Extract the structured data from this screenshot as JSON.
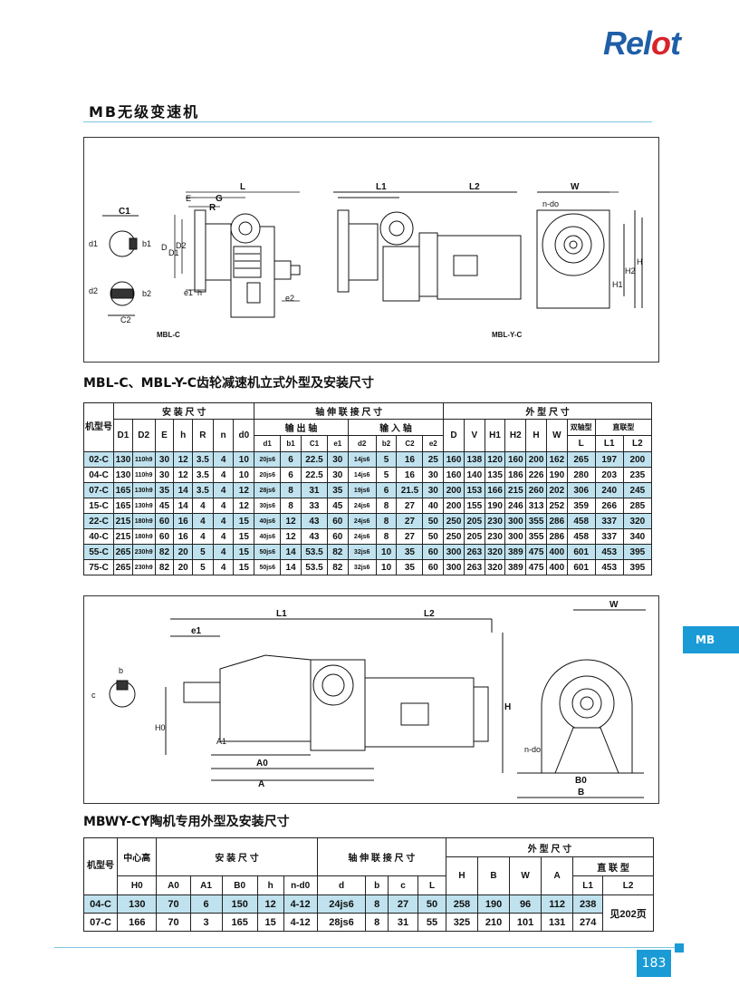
{
  "logo": {
    "prefix": "Rel",
    "accent": "o",
    "suffix": "t"
  },
  "section_title": "MB无级变速机",
  "figure1": {
    "labels": [
      "L",
      "E",
      "G",
      "R",
      "C1",
      "d1",
      "b1",
      "D1",
      "D2",
      "D",
      "e1",
      "h",
      "e2",
      "d2",
      "b2",
      "C2",
      "L1",
      "L2",
      "W",
      "n-do",
      "H1",
      "H2",
      "H"
    ],
    "caption_left": "MBL-C",
    "caption_right": "MBL-Y-C"
  },
  "table1_title": "MBL-C、MBL-Y-C齿轮减速机立式外型及安装尺寸",
  "table1": {
    "model_header": "机型号",
    "group_install": "安 装 尺 寸",
    "group_shaft": "轴 伸 联 接 尺 寸",
    "group_output": "输 出 轴",
    "group_input": "输 入 轴",
    "group_outline": "外 型 尺 寸",
    "double_type": "双轴型",
    "direct_type": "直联型",
    "install_cols": [
      "D1",
      "D2",
      "E",
      "h",
      "R",
      "n",
      "d0"
    ],
    "output_cols": [
      "d1",
      "b1",
      "C1",
      "e1"
    ],
    "input_cols": [
      "d2",
      "b2",
      "C2",
      "e2"
    ],
    "outline_cols": [
      "D",
      "V",
      "H1",
      "H2",
      "H",
      "W"
    ],
    "L": "L",
    "L1": "L1",
    "L2": "L2",
    "rows": [
      {
        "m": "02-C",
        "c": [
          "130",
          "110h9",
          "30",
          "12",
          "3.5",
          "4",
          "10",
          "20js6",
          "6",
          "22.5",
          "30",
          "14js6",
          "5",
          "16",
          "25",
          "160",
          "138",
          "120",
          "160",
          "200",
          "162",
          "265",
          "197",
          "200"
        ]
      },
      {
        "m": "04-C",
        "c": [
          "130",
          "110h9",
          "30",
          "12",
          "3.5",
          "4",
          "10",
          "20js6",
          "6",
          "22.5",
          "30",
          "14js6",
          "5",
          "16",
          "30",
          "160",
          "140",
          "135",
          "186",
          "226",
          "190",
          "280",
          "203",
          "235"
        ]
      },
      {
        "m": "07-C",
        "c": [
          "165",
          "130h9",
          "35",
          "14",
          "3.5",
          "4",
          "12",
          "28js6",
          "8",
          "31",
          "35",
          "19js6",
          "6",
          "21.5",
          "30",
          "200",
          "153",
          "166",
          "215",
          "260",
          "202",
          "306",
          "240",
          "245"
        ]
      },
      {
        "m": "15-C",
        "c": [
          "165",
          "130h9",
          "45",
          "14",
          "4",
          "4",
          "12",
          "30js6",
          "8",
          "33",
          "45",
          "24js6",
          "8",
          "27",
          "40",
          "200",
          "155",
          "190",
          "246",
          "313",
          "252",
          "359",
          "266",
          "285"
        ]
      },
      {
        "m": "22-C",
        "c": [
          "215",
          "180h9",
          "60",
          "16",
          "4",
          "4",
          "15",
          "40js6",
          "12",
          "43",
          "60",
          "24js6",
          "8",
          "27",
          "50",
          "250",
          "205",
          "230",
          "300",
          "355",
          "286",
          "458",
          "337",
          "320"
        ]
      },
      {
        "m": "40-C",
        "c": [
          "215",
          "180h9",
          "60",
          "16",
          "4",
          "4",
          "15",
          "40js6",
          "12",
          "43",
          "60",
          "24js6",
          "8",
          "27",
          "50",
          "250",
          "205",
          "230",
          "300",
          "355",
          "286",
          "458",
          "337",
          "340"
        ]
      },
      {
        "m": "55-C",
        "c": [
          "265",
          "230h9",
          "82",
          "20",
          "5",
          "4",
          "15",
          "50js6",
          "14",
          "53.5",
          "82",
          "32js6",
          "10",
          "35",
          "60",
          "300",
          "263",
          "320",
          "389",
          "475",
          "400",
          "601",
          "453",
          "395"
        ]
      },
      {
        "m": "75-C",
        "c": [
          "265",
          "230h9",
          "82",
          "20",
          "5",
          "4",
          "15",
          "50js6",
          "14",
          "53.5",
          "82",
          "32js6",
          "10",
          "35",
          "60",
          "300",
          "263",
          "320",
          "389",
          "475",
          "400",
          "601",
          "453",
          "395"
        ]
      }
    ]
  },
  "figure2": {
    "labels": [
      "L1",
      "L2",
      "e1",
      "b",
      "c",
      "H0",
      "A1",
      "A0",
      "A",
      "H",
      "W",
      "n-do",
      "B0",
      "B"
    ]
  },
  "table2_title": "MBWY-CY陶机专用外型及安装尺寸",
  "table2": {
    "model_header": "机型号",
    "center_height": "中心高",
    "h0": "H0",
    "group_install": "安 装 尺 寸",
    "group_shaft": "轴 伸 联 接 尺 寸",
    "group_outline": "外 型 尺 寸",
    "direct_type": "直 联 型",
    "install_cols": [
      "A0",
      "A1",
      "B0",
      "h",
      "n-d0"
    ],
    "shaft_cols": [
      "d",
      "b",
      "c",
      "L"
    ],
    "outline_cols": [
      "H",
      "B",
      "W",
      "A"
    ],
    "L1": "L1",
    "L2": "L2",
    "rows": [
      {
        "m": "04-C",
        "c": [
          "130",
          "70",
          "6",
          "150",
          "12",
          "4-12",
          "24js6",
          "8",
          "27",
          "50",
          "258",
          "190",
          "96",
          "112",
          "238"
        ]
      },
      {
        "m": "07-C",
        "c": [
          "166",
          "70",
          "3",
          "165",
          "15",
          "4-12",
          "28js6",
          "8",
          "31",
          "55",
          "325",
          "210",
          "101",
          "131",
          "274"
        ]
      }
    ],
    "l2_note": "见202页"
  },
  "side_tab": "MB",
  "page_number": "183"
}
